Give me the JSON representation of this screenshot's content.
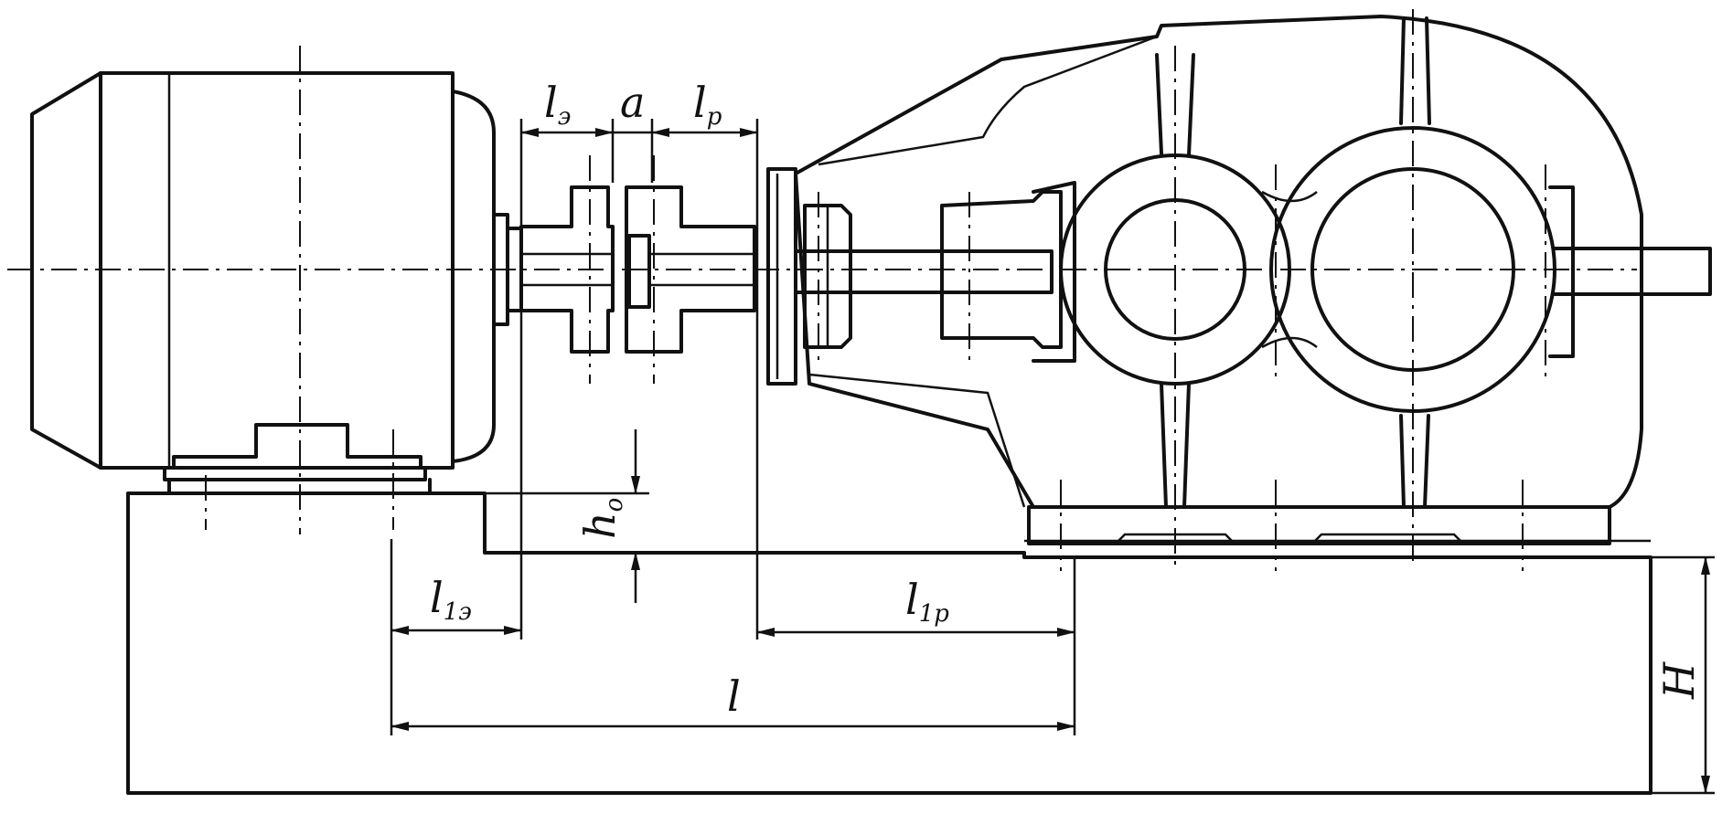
{
  "labels": {
    "l_e": {
      "main": "l",
      "sub": "э"
    },
    "a": {
      "main": "a",
      "sub": ""
    },
    "l_r": {
      "main": "l",
      "sub": "р"
    },
    "h_o": {
      "main": "h",
      "sub": "o"
    },
    "l_1e": {
      "main": "l",
      "sub": "1э"
    },
    "l_1r": {
      "main": "l",
      "sub": "1р"
    },
    "l": {
      "main": "l",
      "sub": ""
    },
    "H": {
      "main": "H",
      "sub": ""
    }
  },
  "colors": {
    "line": "#111111",
    "background": "#ffffff"
  }
}
